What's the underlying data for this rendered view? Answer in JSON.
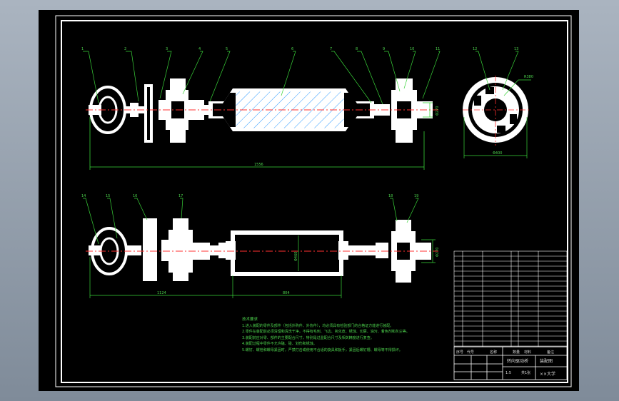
{
  "drawing": {
    "callouts_top": [
      "1",
      "2",
      "3",
      "4",
      "5",
      "6",
      "7",
      "8",
      "9",
      "10",
      "11"
    ],
    "callouts_end_view": [
      "12",
      "13"
    ],
    "callouts_bottom": [
      "14",
      "15",
      "16",
      "17",
      "18",
      "19"
    ],
    "dimensions": {
      "top_overall": "1556",
      "top_flange_dia": "Φ270",
      "end_view_width": "Φ400",
      "end_view_leader": "R380",
      "bottom_left": "1124",
      "bottom_mid": "804",
      "bottom_drum_dia": "Φ460",
      "bottom_flange_dia": "Φ270"
    }
  },
  "tech_notes": {
    "heading": "技术要求",
    "items": [
      "1.进入装配的零件及部件（包括外购件、外协件），均必须具有检验部门的合格证方能进行装配。",
      "2.零件在装配前必须清理和清洗干净，不得有毛刺、飞边、氧化皮、锈蚀、切屑、油污、着色剂和灰尘等。",
      "3.装配前应对零、部件的主要配合尺寸，特别是过盈配合尺寸及相关精度进行复查。",
      "4.装配过程中零件不允许磕、碰、划伤和锈蚀。",
      "5.螺钉、螺栓和螺母紧固时，严禁打击或使用不合适的旋具和扳手，紧固后螺钉槽、螺母等不得损坏。"
    ]
  },
  "title_block": {
    "drawing_title": "转向驱动桥",
    "drawing_title_right": "装配图",
    "scale": "1:5",
    "sheet": "共1张",
    "dept": "××大学",
    "headers": [
      "序号",
      "代号",
      "名称",
      "数量",
      "材料",
      "备注"
    ]
  },
  "colors": {
    "background": "#000000",
    "outline": "#ffffff",
    "hatch": "#2e9bff",
    "centerline": "#ff3030",
    "dimension": "#39d439",
    "text": "#4dd44d"
  }
}
